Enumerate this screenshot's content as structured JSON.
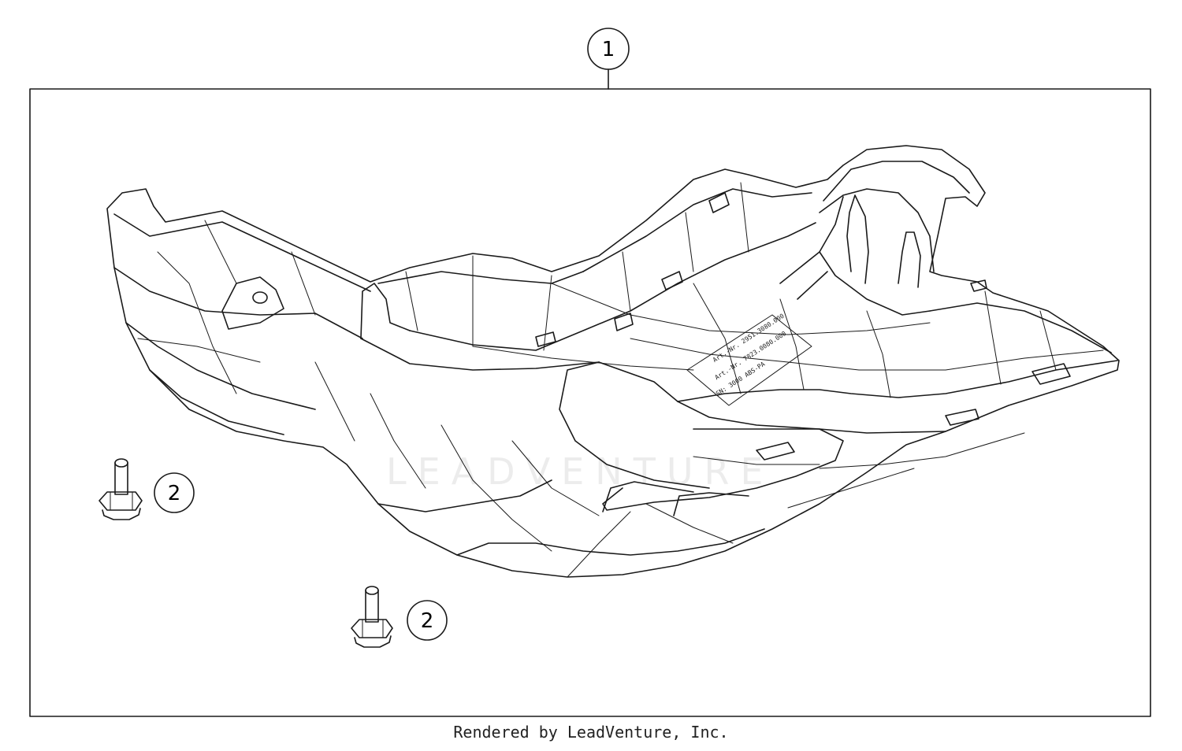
{
  "callouts": [
    {
      "number": "1"
    },
    {
      "number": "2"
    },
    {
      "number": "2"
    }
  ],
  "watermark": "LEADVENTURE",
  "part_label": {
    "line1": "Art.-Nr. 2951.3080.000",
    "line2": "Art.-Nr. 7823.0080.000",
    "line3": "SN: 3000 ABS-PA"
  },
  "footer": {
    "text": "Rendered by LeadVenture, Inc."
  }
}
